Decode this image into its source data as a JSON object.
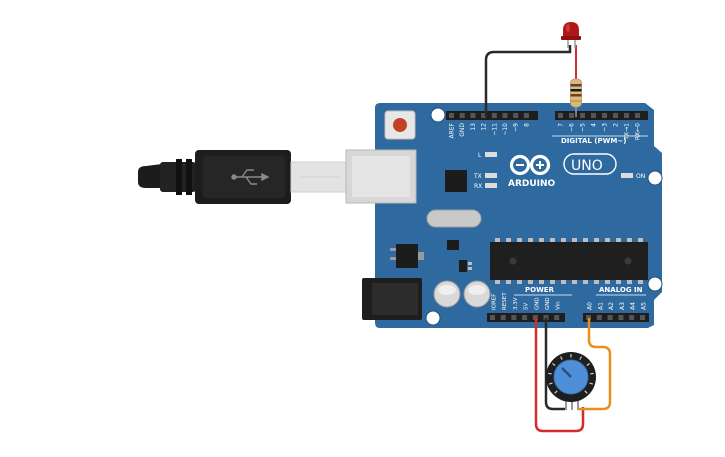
{
  "board": {
    "brand": "ARDUINO",
    "model": "UNO",
    "digital_label": "DIGITAL (PWM~)",
    "power_label": "POWER",
    "analog_label": "ANALOG IN",
    "on_label": "ON",
    "led_l": "L",
    "led_tx": "TX",
    "led_rx": "RX"
  },
  "digital_pins": [
    "AREF",
    "GND",
    "13",
    "12",
    "~11",
    "~10",
    "~9",
    "8",
    "7",
    "~6",
    "~5",
    "4",
    "~3",
    "2",
    "TX→1",
    "RX←0"
  ],
  "power_pins": [
    "IOREF",
    "RESET",
    "3.3V",
    "5V",
    "GND",
    "GND",
    "Vin"
  ],
  "analog_pins": [
    "A0",
    "A1",
    "A2",
    "A3",
    "A4",
    "A5"
  ],
  "components": {
    "usb_cable": "usb-cable",
    "led": "red-led",
    "resistor": "resistor",
    "potentiometer": "potentiometer"
  },
  "colors": {
    "board": "#2e6aa0",
    "wire_red": "#d42b2b",
    "wire_black": "#2a2a2a",
    "wire_orange": "#e8901a",
    "led": "#b01818",
    "knob": "#4f8fd8"
  }
}
